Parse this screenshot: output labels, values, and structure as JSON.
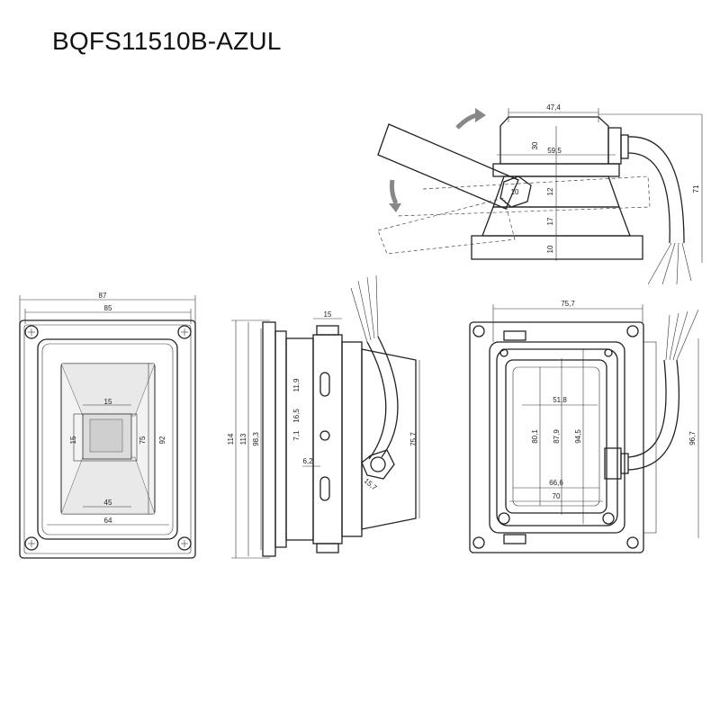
{
  "title": "BQFS11510B-AZUL",
  "front_view": {
    "dims": [
      "87",
      "85",
      "15",
      "15",
      "75",
      "92",
      "45",
      "64"
    ]
  },
  "side_view": {
    "dims": [
      "114",
      "113",
      "98,3",
      "15",
      "11,9",
      "16,5",
      "7,1",
      "6,2",
      "15,7",
      "75,7"
    ]
  },
  "back_view": {
    "dims": [
      "75,7",
      "51,8",
      "80,1",
      "87,9",
      "94,5",
      "96,7",
      "66,6",
      "70"
    ]
  },
  "top_view": {
    "dims": [
      "47,4",
      "30",
      "59,5",
      "10",
      "12",
      "17",
      "10",
      "71"
    ]
  }
}
